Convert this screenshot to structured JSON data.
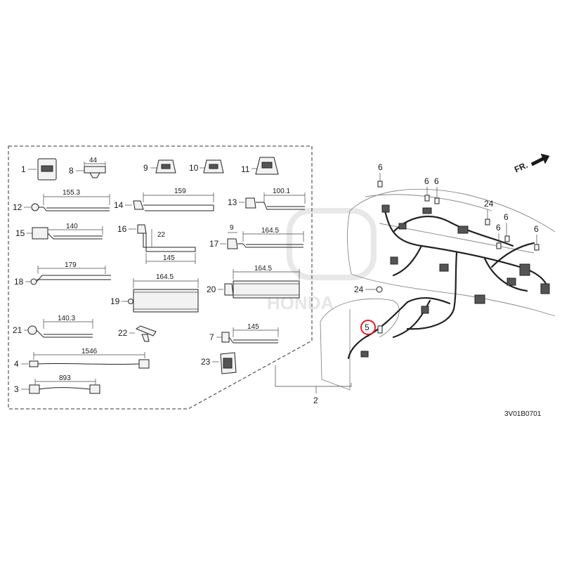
{
  "diagram_code": "3V01B0701",
  "direction_label": "FR.",
  "watermark": "HONDA",
  "callouts": {
    "c1": "1",
    "c2": "2",
    "c3": "3",
    "c4": "4",
    "c5": "5",
    "c6": "6",
    "c7": "7",
    "c8": "8",
    "c9": "9",
    "c10": "10",
    "c11": "11",
    "c12": "12",
    "c13": "13",
    "c14": "14",
    "c15": "15",
    "c16": "16",
    "c17": "17",
    "c18": "18",
    "c19": "19",
    "c20": "20",
    "c21": "21",
    "c22": "22",
    "c23": "23",
    "c24": "24"
  },
  "dimensions": {
    "d8": "44",
    "d12": "155.3",
    "d14": "159",
    "d13": "100.1",
    "d15": "140",
    "d16": "22",
    "d16b": "145",
    "d17a": "9",
    "d17b": "164.5",
    "d18": "179",
    "d19": "164.5",
    "d20": "164.5",
    "d21": "140.3",
    "d7": "145",
    "d4": "1546",
    "d3": "893"
  },
  "highlight_color": "#e0202a"
}
